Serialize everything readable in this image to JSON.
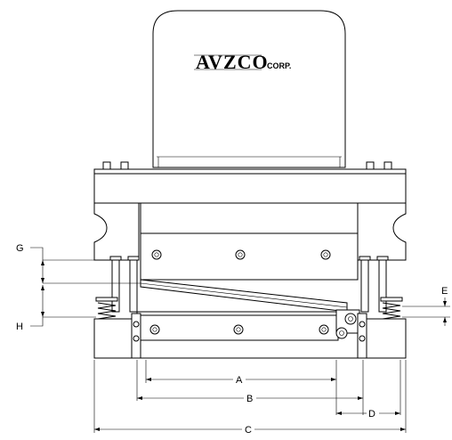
{
  "drawing": {
    "logo": {
      "brand": "AVZCO",
      "suffix": "CORP."
    },
    "dimensions": {
      "A": "A",
      "B": "B",
      "C": "C",
      "D": "D",
      "E": "E",
      "G": "G",
      "H": "H"
    }
  }
}
